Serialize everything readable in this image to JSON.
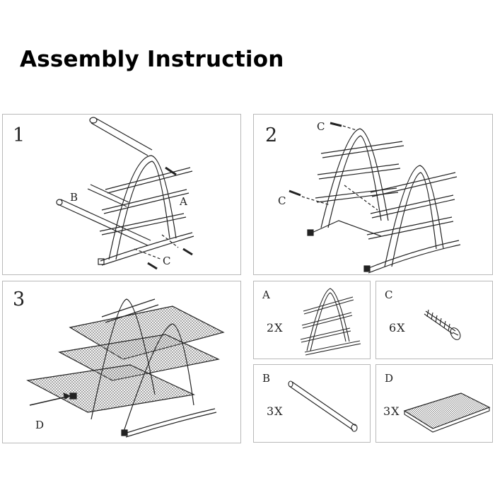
{
  "title": "Assembly Instruction",
  "steps": [
    {
      "number": "1",
      "callouts": {
        "a": "A",
        "b": "B",
        "c": "C"
      }
    },
    {
      "number": "2",
      "callouts": {
        "c_top": "C",
        "c_left": "C"
      }
    },
    {
      "number": "3",
      "callouts": {
        "d": "D"
      }
    }
  ],
  "parts": [
    {
      "label": "A",
      "quantity": "2X",
      "name": "side-frame"
    },
    {
      "label": "B",
      "quantity": "3X",
      "name": "rod"
    },
    {
      "label": "C",
      "quantity": "6X",
      "name": "screw"
    },
    {
      "label": "D",
      "quantity": "3X",
      "name": "mesh-tray"
    }
  ],
  "colors": {
    "line": "#222222",
    "panel_border": "#b9b9b9",
    "mesh": "#777777"
  }
}
